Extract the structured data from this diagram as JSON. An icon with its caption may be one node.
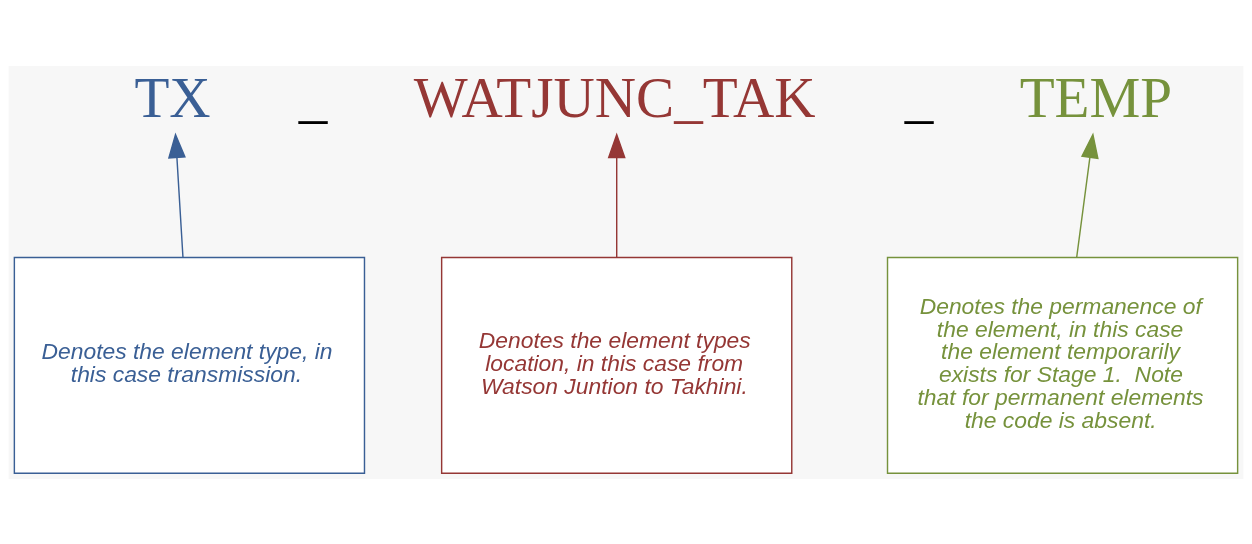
{
  "diagram": {
    "nodes": [
      {
        "text": [
          "TX"
        ]
      },
      {
        "text": [
          "WATJUNC_TAK"
        ]
      },
      {
        "text": [
          "TEMP"
        ]
      },
      {
        "text": [
          "Denotes the element type, in this case transmission."
        ]
      },
      {
        "text": [
          "Denotes the element types location, in this case from Watson Juntion to Takhini."
        ]
      },
      {
        "text": [
          "Denotes the permanence of the element, in this case the element temporarily exists for Stage 1.  Note that for permanent elements the code is absent."
        ]
      }
    ],
    "edges": [
      {
        "from": 3,
        "to": 0,
        "arrow": "to",
        "color": "#3a5f95"
      },
      {
        "from": 4,
        "to": 1,
        "arrow": "to",
        "color": "#953735"
      },
      {
        "from": 5,
        "to": 2,
        "arrow": "to",
        "color": "#76923c"
      }
    ],
    "labels": [
      "_",
      "_"
    ]
  }
}
